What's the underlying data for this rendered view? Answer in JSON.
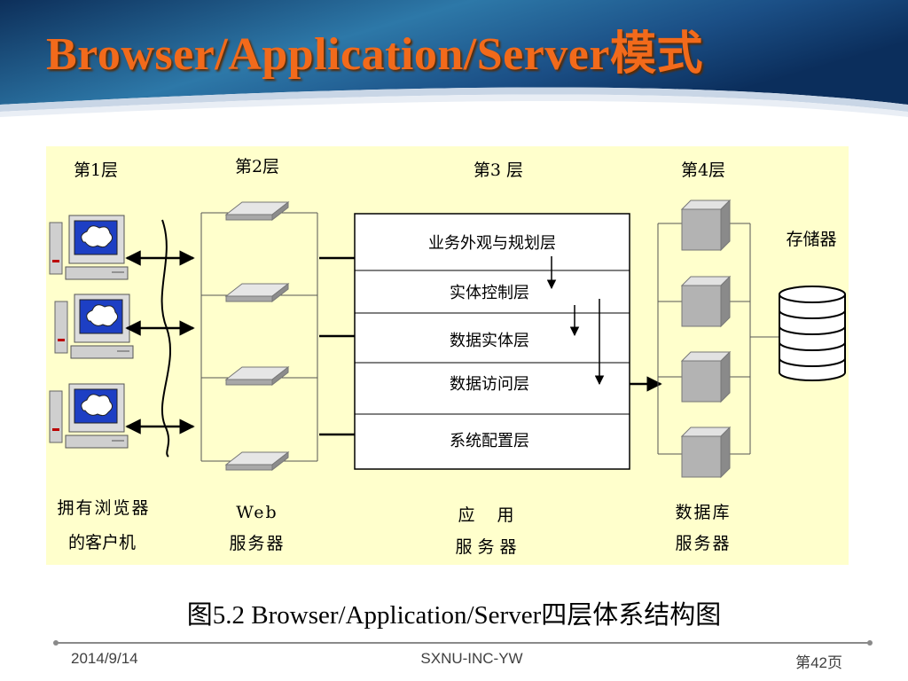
{
  "slide": {
    "title": "Browser/Application/Server模式",
    "caption": "图5.2  Browser/Application/Server四层体系结构图"
  },
  "diagram": {
    "tiers": [
      {
        "heading": "第1层",
        "label_line1": "拥有浏览器",
        "label_line2": "的客户机"
      },
      {
        "heading": "第2层",
        "label_line1": "Web",
        "label_line2": "服务器"
      },
      {
        "heading": "第3 层",
        "label_line1": "应　 用",
        "label_line2": "服 务 器"
      },
      {
        "heading": "第4层",
        "label_line1": "数据库",
        "label_line2": "服务器"
      }
    ],
    "app_layers": [
      "业务外观与规划层",
      "实体控制层",
      "数据实体层",
      "数据访问层",
      "系统配置层"
    ],
    "storage_label": "存储器"
  },
  "footer": {
    "date": "2014/9/14",
    "center": "SXNU-INC-YW",
    "page": "第42页"
  },
  "colors": {
    "title_orange": "#f26a1b",
    "panel_yellow": "#ffffcc",
    "header_blue": "#1b4f86",
    "screen_blue": "#1d3fc4"
  }
}
